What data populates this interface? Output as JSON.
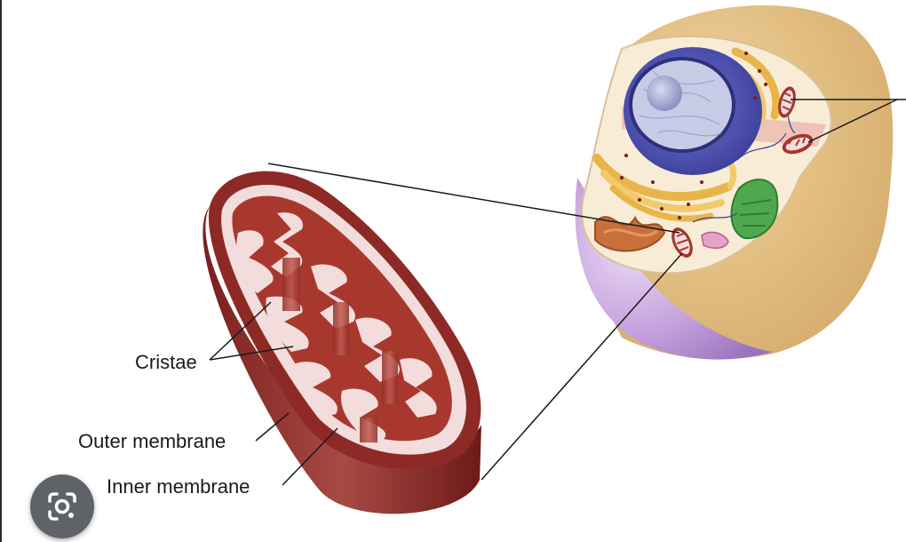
{
  "labels": {
    "cristae": "Cristae",
    "outer_membrane": "Outer membrane",
    "inner_membrane": "Inner membrane"
  },
  "icons": {
    "lens": "google-lens-icon"
  },
  "colors": {
    "mitochondrion_outer": "#8e2a26",
    "mitochondrion_matrix": "#f3dcdc",
    "cristae_fill": "#a8382e",
    "cell_cytoplasm": "#f7ead2",
    "nucleus": "#4b4fb0",
    "golgi": "#f0c060",
    "chloroplast": "#4ea84e",
    "membrane_purple": "#b48ad0",
    "cell_outer": "#e0b878",
    "lens_button": "#5f6368"
  }
}
